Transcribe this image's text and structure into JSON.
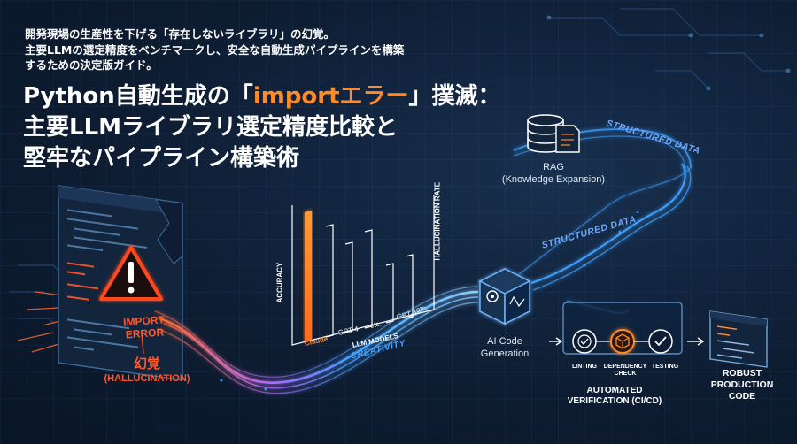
{
  "subtitle": {
    "line1": "開発現場の生産性を下げる「存在しないライブラリ」の幻覚。",
    "line2": "主要LLMの選定精度をベンチマークし、安全な自動生成パイプラインを構築",
    "line3": "するための決定版ガイド。"
  },
  "title": {
    "line1_pre": "Python自動生成の「",
    "line1_accent": "importエラー",
    "line1_post": "」撲滅：",
    "line2": "主要LLMライブラリ選定精度比較と",
    "line3": "堅牢なパイプライン構築術"
  },
  "error_window": {
    "badge": "IMPORT\nERROR",
    "badge_line1": "IMPORT",
    "badge_line2": "ERROR",
    "label_jp": "幻覚",
    "label_en": "(HALLUCINATION)"
  },
  "chart": {
    "y_label": "ACCURACY",
    "right_label": "HALLUCINATION RATE",
    "x_label": "LLM MODELS",
    "ticks": [
      "Claude",
      "GPT-4",
      "etc.",
      "GPT-4",
      "etc."
    ]
  },
  "flow": {
    "creativity": "CREATIVITY",
    "structured_data_top": "STRUCTURED DATA",
    "structured_data_mid": "STRUCTURED DATA",
    "rag_title": "RAG",
    "rag_sub": "(Knowledge Expansion)",
    "ai_code_line1": "AI Code",
    "ai_code_line2": "Generation",
    "steps": [
      {
        "line1": "LINTING",
        "line2": ""
      },
      {
        "line1": "DEPENDENCY",
        "line2": "CHECK"
      },
      {
        "line1": "TESTING",
        "line2": ""
      }
    ],
    "verify_line1": "AUTOMATED",
    "verify_line2": "VERIFICATION (CI/CD)",
    "robust_line1": "ROBUST",
    "robust_line2": "PRODUCTION",
    "robust_line3": "CODE"
  },
  "colors": {
    "accent": "#ff8a2a",
    "danger": "#ff4a1a",
    "flow_blue": "#3fa0ff",
    "bg": "#0e1d33"
  }
}
